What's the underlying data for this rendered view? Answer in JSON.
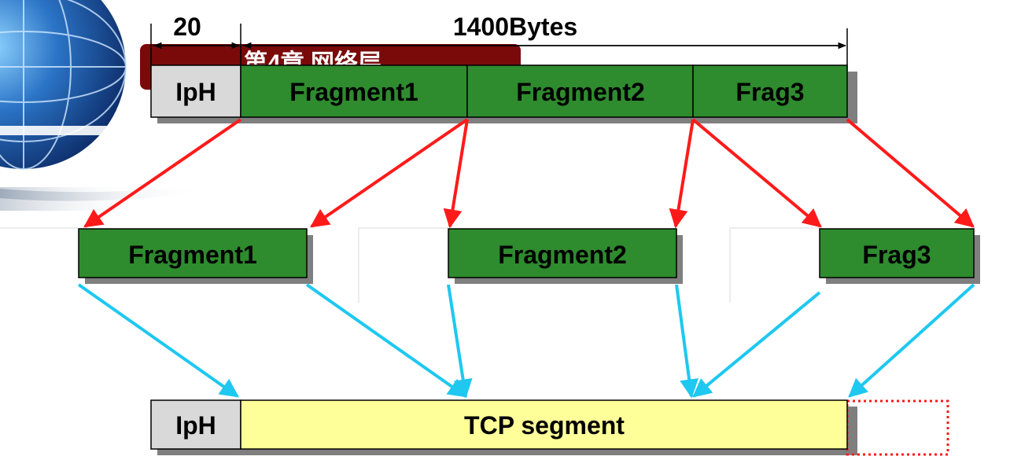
{
  "dimensions": {
    "header_size": "20",
    "payload_size": "1400Bytes"
  },
  "background": {
    "banner_text": "第4章 网络层"
  },
  "original_packet": {
    "header": "IpH",
    "fragments": [
      "Fragment1",
      "Fragment2",
      "Frag3"
    ]
  },
  "fragments_row": [
    "Fragment1",
    "Fragment2",
    "Frag3"
  ],
  "reassembled": {
    "header": "IpH",
    "segment": "TCP segment"
  },
  "colors": {
    "fragment_fill": "#2e8b2e",
    "header_fill": "#d9d9d9",
    "segment_fill": "#ffff99",
    "split_arrow": "#ff1a1a",
    "reassembly_arrow": "#1ec8f0",
    "banner": "#7a0a0a"
  }
}
